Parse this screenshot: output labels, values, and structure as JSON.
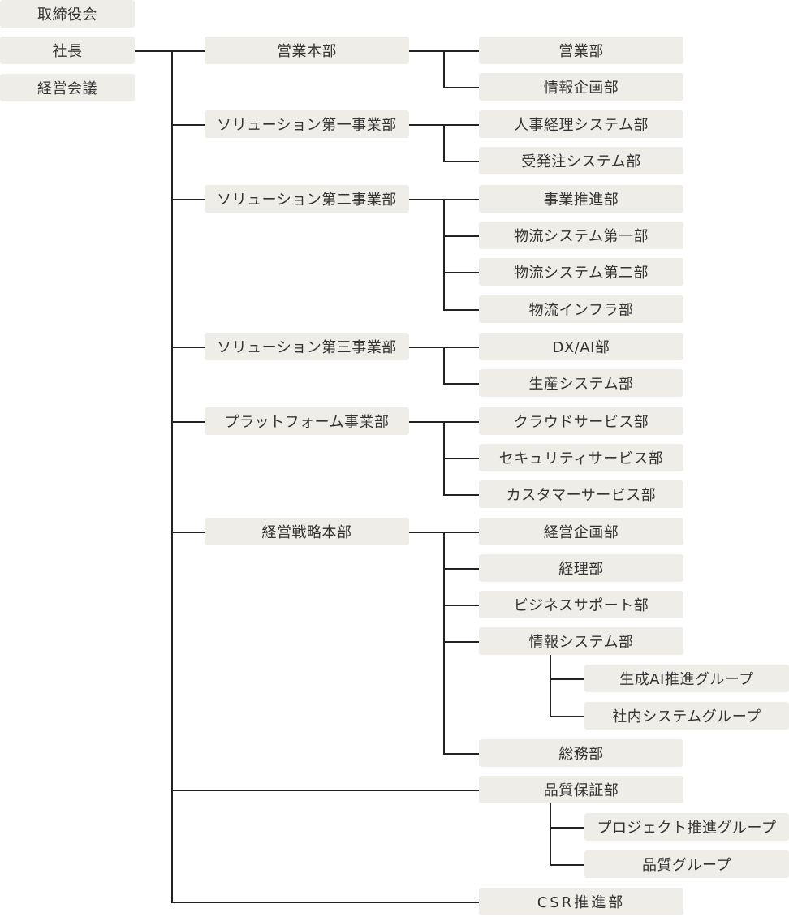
{
  "top": {
    "board": "取締役会",
    "president": "社長",
    "management_meeting": "経営会議"
  },
  "divisions": {
    "sales_hq": {
      "name": "営業本部",
      "departments": [
        "営業部",
        "情報企画部"
      ]
    },
    "solution_1": {
      "name": "ソリューション第一事業部",
      "departments": [
        "人事経理システム部",
        "受発注システム部"
      ]
    },
    "solution_2": {
      "name": "ソリューション第二事業部",
      "departments": [
        "事業推進部",
        "物流システム第一部",
        "物流システム第二部",
        "物流インフラ部"
      ]
    },
    "solution_3": {
      "name": "ソリューション第三事業部",
      "departments": [
        "DX/AI部",
        "生産システム部"
      ]
    },
    "platform": {
      "name": "プラットフォーム事業部",
      "departments": [
        "クラウドサービス部",
        "セキュリティサービス部",
        "カスタマーサービス部"
      ]
    },
    "strategy_hq": {
      "name": "経営戦略本部",
      "departments": [
        "経営企画部",
        "経理部",
        "ビジネスサポート部",
        "情報システム部",
        "総務部"
      ],
      "info_system_groups": [
        "生成AI推進グループ",
        "社内システムグループ"
      ]
    }
  },
  "direct_departments": {
    "quality_assurance": {
      "name": "品質保証部",
      "groups": [
        "プロジェクト推進グループ",
        "品質グループ"
      ]
    },
    "csr": {
      "name": "CSR推進部"
    }
  }
}
